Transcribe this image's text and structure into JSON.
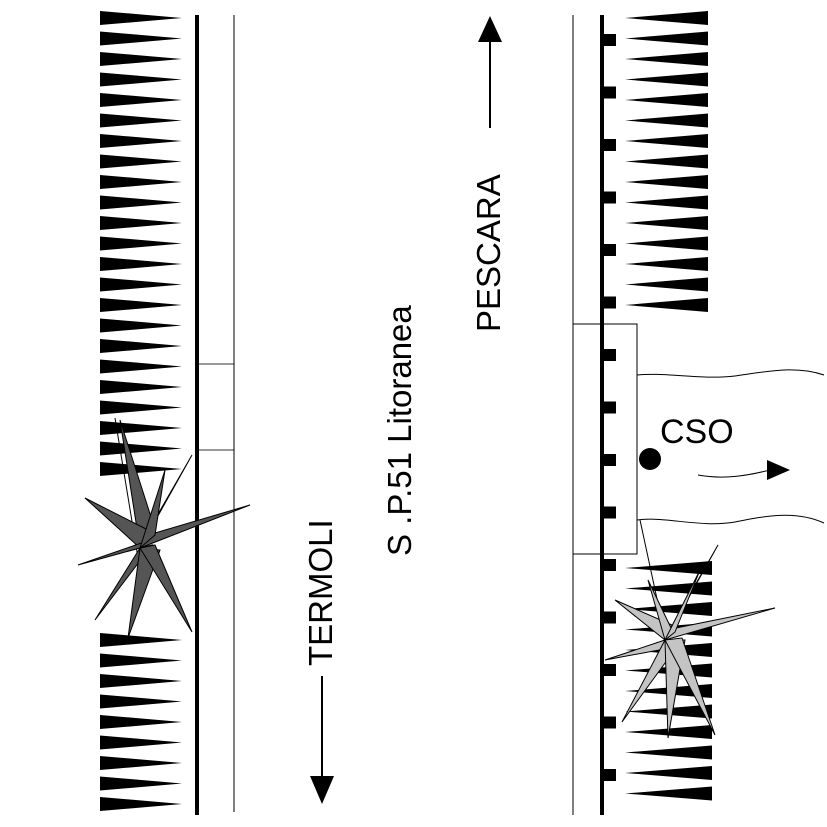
{
  "labels": {
    "road_name": "S .P.51 Litoranea",
    "direction_north": "PESCARA",
    "direction_south": "TERMOLI",
    "outfall": "CSO"
  },
  "colors": {
    "ink": "#000000",
    "plant_dark": "#555555",
    "plant_light": "#c4c4c4"
  }
}
